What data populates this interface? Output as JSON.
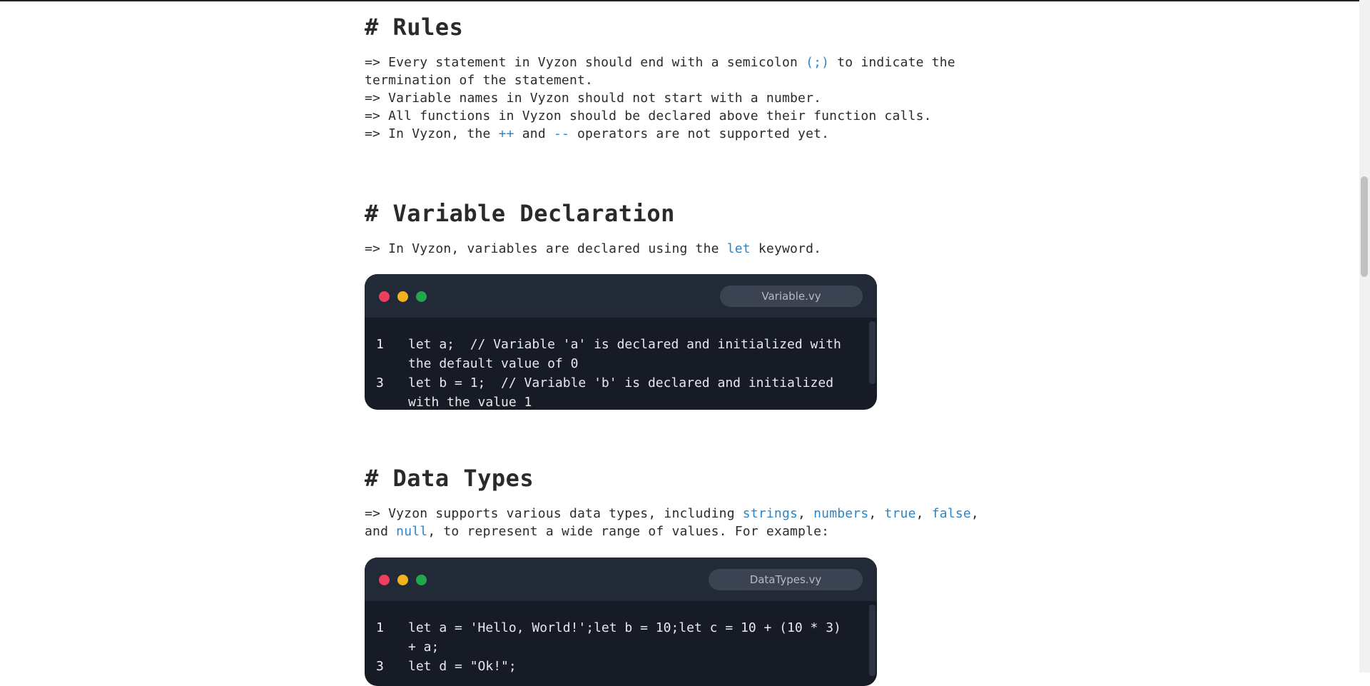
{
  "rules": {
    "heading": "# Rules",
    "lines": [
      [
        {
          "t": "=> Every statement in Vyzon should end with a semicolon "
        },
        {
          "t": "(;)",
          "k": true
        },
        {
          "t": " to indicate the termination of the statement."
        }
      ],
      [
        {
          "t": "=> Variable names in Vyzon should not start with a number."
        }
      ],
      [
        {
          "t": "=> All functions in Vyzon should be declared above their function calls."
        }
      ],
      [
        {
          "t": "=> In Vyzon, the "
        },
        {
          "t": "++",
          "k": true
        },
        {
          "t": " and "
        },
        {
          "t": "--",
          "k": true
        },
        {
          "t": " operators are not supported yet."
        }
      ]
    ]
  },
  "variables": {
    "heading": "# Variable Declaration",
    "lines": [
      [
        {
          "t": "=> In Vyzon, variables are declared using the "
        },
        {
          "t": "let",
          "k": true
        },
        {
          "t": " keyword."
        }
      ]
    ],
    "window": {
      "filename": "Variable.vy",
      "code": [
        {
          "n": "1",
          "text": "let a;  // Variable 'a' is declared and initialized with the default value of 0"
        },
        {
          "n": "3",
          "text": "let b = 1;  // Variable 'b' is declared and initialized with the value 1"
        }
      ]
    }
  },
  "datatypes": {
    "heading": "# Data Types",
    "lines": [
      [
        {
          "t": "=> Vyzon supports various data types, including "
        },
        {
          "t": "strings",
          "k": true
        },
        {
          "t": ", "
        },
        {
          "t": "numbers",
          "k": true
        },
        {
          "t": ", "
        },
        {
          "t": "true",
          "k": true
        },
        {
          "t": ", "
        },
        {
          "t": "false",
          "k": true
        },
        {
          "t": ", and "
        },
        {
          "t": "null",
          "k": true
        },
        {
          "t": ", to represent a wide range of values. For example:"
        }
      ]
    ],
    "window": {
      "filename": "DataTypes.vy",
      "code": [
        {
          "n": "1",
          "text": "let a = 'Hello, World!';let b = 10;let c = 10 + (10 * 3) + a;"
        },
        {
          "n": "3",
          "text": "let d = \"Ok!\";"
        }
      ]
    }
  },
  "colors": {
    "keyword": "#2a86c8",
    "window_bg": "#161b26",
    "titlebar_bg": "#222a37",
    "dot_red": "#ee3e5b",
    "dot_yellow": "#f1b31c",
    "dot_green": "#1fa94b"
  },
  "icons": {
    "window_controls": [
      "close-dot-icon",
      "minimize-dot-icon",
      "maximize-dot-icon"
    ]
  }
}
